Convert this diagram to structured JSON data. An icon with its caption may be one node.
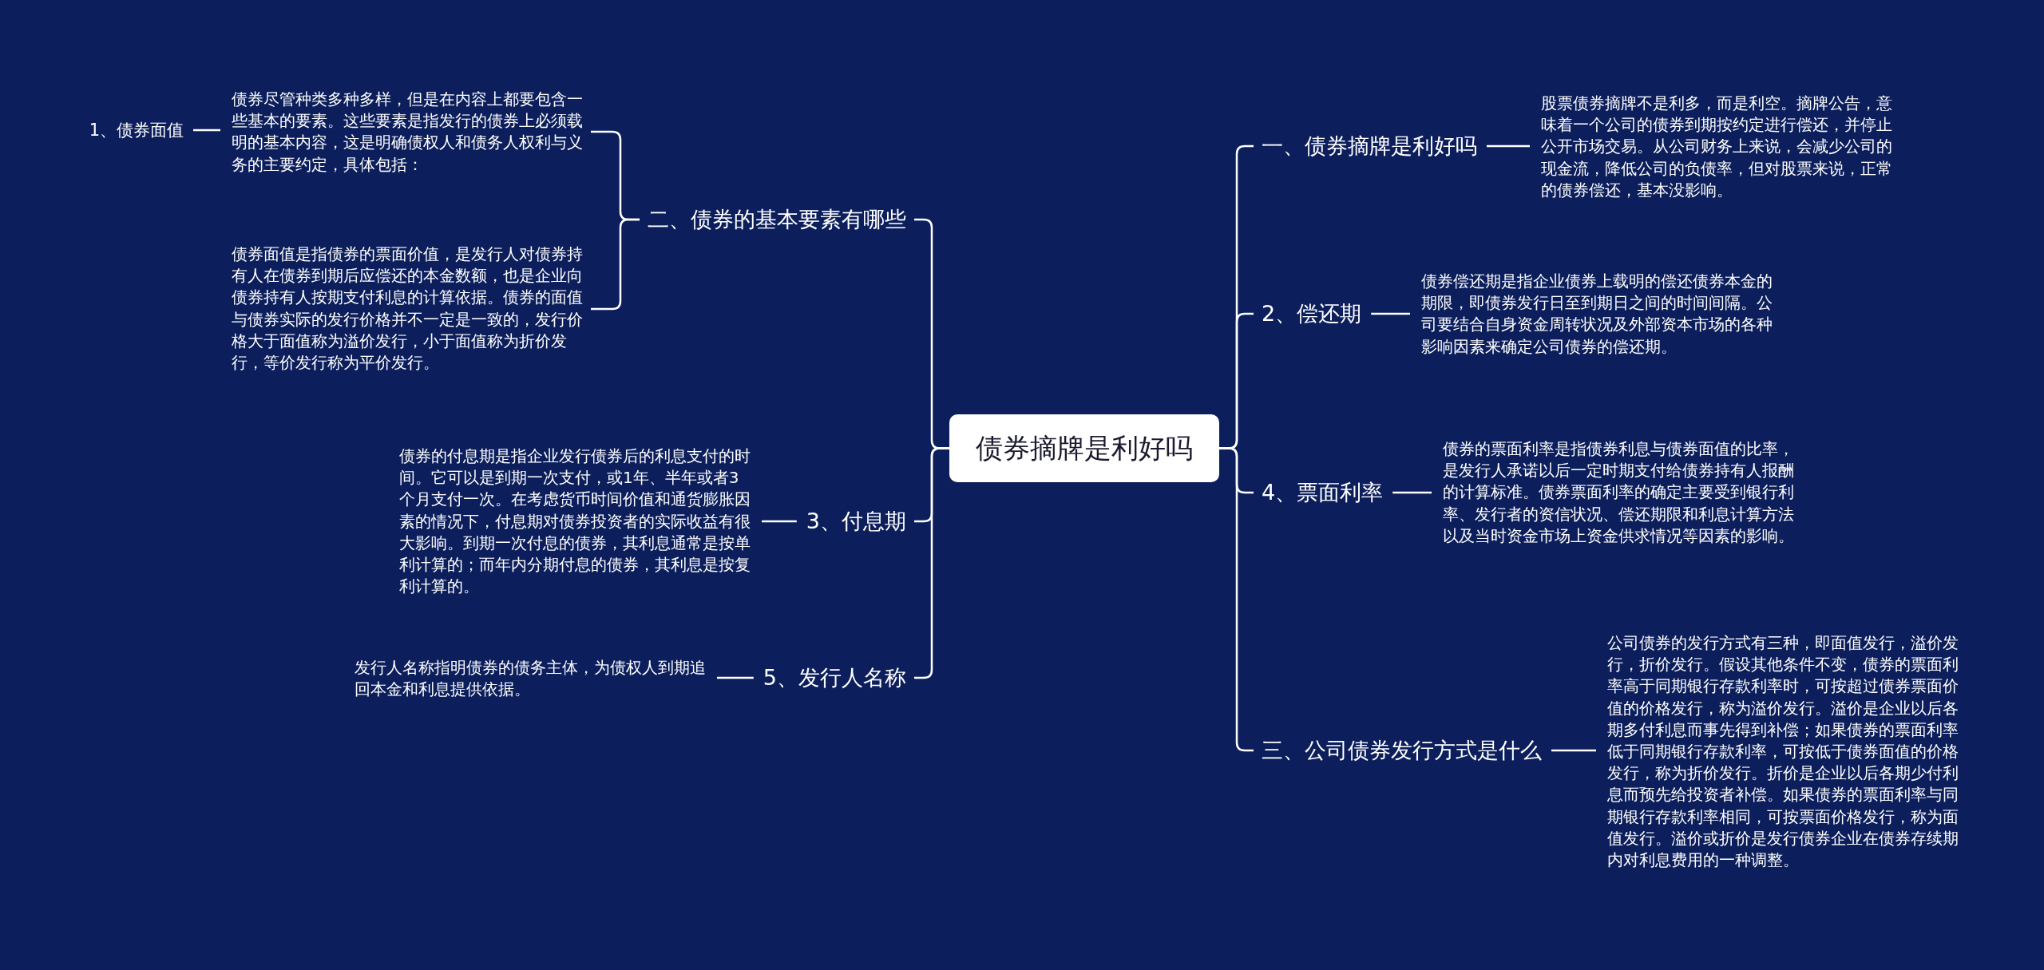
{
  "diagram": {
    "nodes": [
      {
        "text": [
          "债券摘牌是利好吗"
        ]
      },
      {
        "text": [
          "二、债券的基本要素有哪些"
        ]
      },
      {
        "text": [
          "债券尽管种类多种多样，但是在内容上都要包含一些基本的要素。这些要素是指发行的债券上必须载明的基本内容，这是明确债权人和债务人权利与义务的主要约定，具体包括："
        ]
      },
      {
        "text": [
          "债券面值是指债券的票面价值，是发行人对债券持有人在债券到期后应偿还的本金数额，也是企业向债券持有人按期支付利息的计算依据。债券的面值与债券实际的发行价格并不一定是一致的，发行价格大于面值称为溢价发行，小于面值称为折价发行，等价发行称为平价发行。"
        ]
      },
      {
        "text": [
          "1、债券面值"
        ]
      },
      {
        "text": [
          "3、付息期"
        ]
      },
      {
        "text": [
          "债券的付息期是指企业发行债券后的利息支付的时间。它可以是到期一次支付，或1年、半年或者3个月支付一次。在考虑货币时间价值和通货膨胀因素的情况下，付息期对债券投资者的实际收益有很大影响。到期一次付息的债券，其利息通常是按单利计算的；而年内分期付息的债券，其利息是按复利计算的。"
        ]
      },
      {
        "text": [
          "5、发行人名称"
        ]
      },
      {
        "text": [
          "发行人名称指明债券的债务主体，为债权人到期追回本金和利息提供依据。"
        ]
      },
      {
        "text": [
          "一、债券摘牌是利好吗"
        ]
      },
      {
        "text": [
          "股票债券摘牌不是利多，而是利空。摘牌公告，意味着一个公司的债券到期按约定进行偿还，并停止公开市场交易。从公司财务上来说，会减少公司的现金流，降低公司的负债率，但对股票来说，正常的债券偿还，基本没影响。"
        ]
      },
      {
        "text": [
          "2、偿还期"
        ]
      },
      {
        "text": [
          "债券偿还期是指企业债券上载明的偿还债券本金的期限，即债券发行日至到期日之间的时间间隔。公司要结合自身资金周转状况及外部资本市场的各种影响因素来确定公司债券的偿还期。"
        ]
      },
      {
        "text": [
          "4、票面利率"
        ]
      },
      {
        "text": [
          "债券的票面利率是指债券利息与债券面值的比率，是发行人承诺以后一定时期支付给债券持有人报酬的计算标准。债券票面利率的确定主要受到银行利率、发行者的资信状况、偿还期限和利息计算方法以及当时资金市场上资金供求情况等因素的影响。"
        ]
      },
      {
        "text": [
          "三、公司债券发行方式是什么"
        ]
      },
      {
        "text": [
          "公司债券的发行方式有三种，即面值发行，溢价发行，折价发行。假设其他条件不变，债券的票面利率高于同期银行存款利率时，可按超过债券票面价值的价格发行，称为溢价发行。溢价是企业以后各期多付利息而事先得到补偿；如果债券的票面利率低于同期银行存款利率，可按低于债券面值的价格发行，称为折价发行。折价是企业以后各期少付利息而预先给投资者补偿。如果债券的票面利率与同期银行存款利率相同，可按票面价格发行，称为面值发行。溢价或折价是发行债券企业在债券存续期内对利息费用的一种调整。"
        ]
      }
    ],
    "edges": [
      {
        "from": 0,
        "to": 1,
        "arrow": "none"
      },
      {
        "from": 0,
        "to": 5,
        "arrow": "none"
      },
      {
        "from": 0,
        "to": 7,
        "arrow": "none"
      },
      {
        "from": 0,
        "to": 9,
        "arrow": "none"
      },
      {
        "from": 0,
        "to": 11,
        "arrow": "none"
      },
      {
        "from": 0,
        "to": 13,
        "arrow": "none"
      },
      {
        "from": 0,
        "to": 15,
        "arrow": "none"
      },
      {
        "from": 1,
        "to": 2,
        "arrow": "none"
      },
      {
        "from": 1,
        "to": 3,
        "arrow": "none"
      },
      {
        "from": 4,
        "to": 2,
        "arrow": "none"
      },
      {
        "from": 5,
        "to": 6,
        "arrow": "none"
      },
      {
        "from": 7,
        "to": 8,
        "arrow": "none"
      },
      {
        "from": 9,
        "to": 10,
        "arrow": "none"
      },
      {
        "from": 11,
        "to": 12,
        "arrow": "none"
      },
      {
        "from": 13,
        "to": 14,
        "arrow": "none"
      },
      {
        "from": 15,
        "to": 16,
        "arrow": "none"
      }
    ]
  }
}
